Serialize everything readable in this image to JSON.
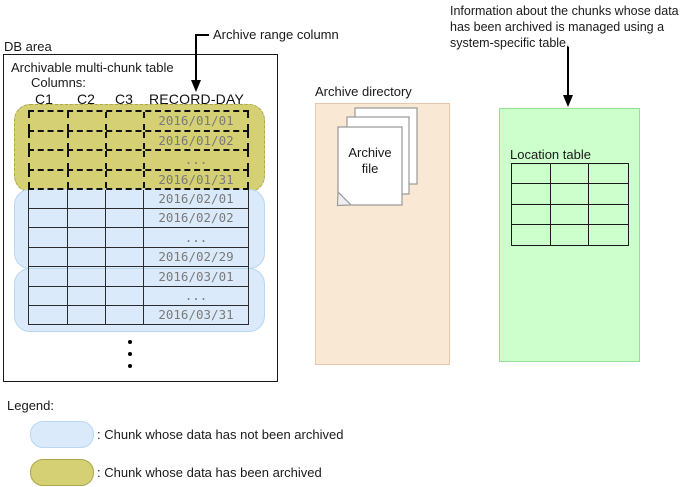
{
  "db_area_label": "DB area",
  "table_section": {
    "title": "Archivable multi-chunk table",
    "columns_label": "Columns:",
    "column_headers": [
      "C1",
      "C2",
      "C3",
      "RECORD-DAY"
    ],
    "rows": [
      {
        "record_day": "2016/01/01",
        "chunk": "archived"
      },
      {
        "record_day": "2016/01/02",
        "chunk": "archived"
      },
      {
        "record_day": "...",
        "chunk": "archived"
      },
      {
        "record_day": "2016/01/31",
        "chunk": "archived"
      },
      {
        "record_day": "2016/02/01",
        "chunk": "not-archived"
      },
      {
        "record_day": "2016/02/02",
        "chunk": "not-archived"
      },
      {
        "record_day": "...",
        "chunk": "not-archived"
      },
      {
        "record_day": "2016/02/29",
        "chunk": "not-archived"
      },
      {
        "record_day": "2016/03/01",
        "chunk": "not-archived"
      },
      {
        "record_day": "...",
        "chunk": "not-archived"
      },
      {
        "record_day": "2016/03/31",
        "chunk": "not-archived"
      }
    ]
  },
  "archive_range_callout": "Archive range column",
  "archive_directory": {
    "label": "Archive directory",
    "file_label": "Archive file"
  },
  "system_table_note": "Information about the chunks whose data has been archived is managed using a system-specific table.",
  "location_table": {
    "label": "Location table",
    "rows": 4,
    "cols": 3
  },
  "legend": {
    "label": "Legend:",
    "items": [
      {
        "swatch": "not-archived",
        "text": ": Chunk whose data has not been archived"
      },
      {
        "swatch": "archived",
        "text": ": Chunk whose data has been archived"
      }
    ]
  },
  "colors": {
    "archived_fill": "#d4d073",
    "archived_border": "#aba74f",
    "not_archived_fill": "#dbeafa",
    "not_archived_border": "#b9d7f1",
    "directory_fill": "#f9e8d3",
    "location_fill": "#ccffcc",
    "date_text": "#7a7a7a"
  }
}
